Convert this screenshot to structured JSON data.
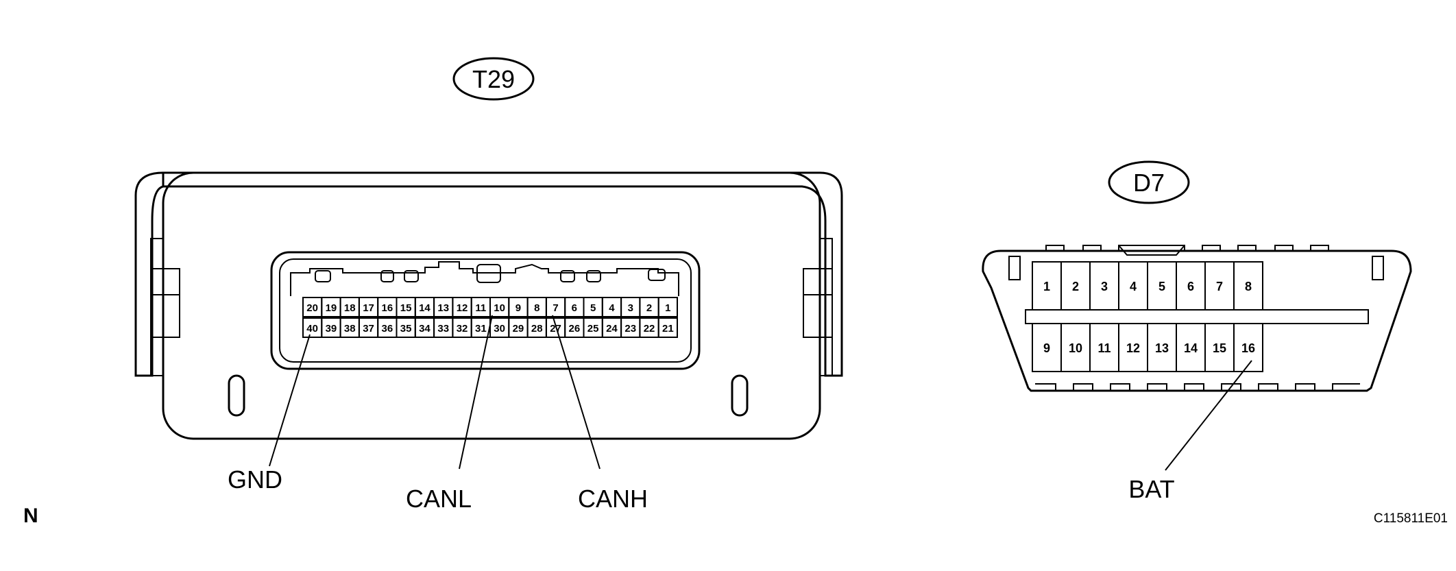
{
  "connectors": {
    "t29": {
      "tag": "T29",
      "top_row": [
        "20",
        "19",
        "18",
        "17",
        "16",
        "15",
        "14",
        "13",
        "12",
        "11",
        "10",
        "9",
        "8",
        "7",
        "6",
        "5",
        "4",
        "3",
        "2",
        "1"
      ],
      "bottom_row": [
        "40",
        "39",
        "38",
        "37",
        "36",
        "35",
        "34",
        "33",
        "32",
        "31",
        "30",
        "29",
        "28",
        "27",
        "26",
        "25",
        "24",
        "23",
        "22",
        "21"
      ],
      "callouts": [
        "GND",
        "CANL",
        "CANH"
      ]
    },
    "d7": {
      "tag": "D7",
      "top_row": [
        "1",
        "2",
        "3",
        "4",
        "5",
        "6",
        "7",
        "8"
      ],
      "bottom_row": [
        "9",
        "10",
        "11",
        "12",
        "13",
        "14",
        "15",
        "16"
      ],
      "callouts": [
        "BAT"
      ]
    }
  },
  "corner_mark": "N",
  "figure_code": "C115811E01"
}
